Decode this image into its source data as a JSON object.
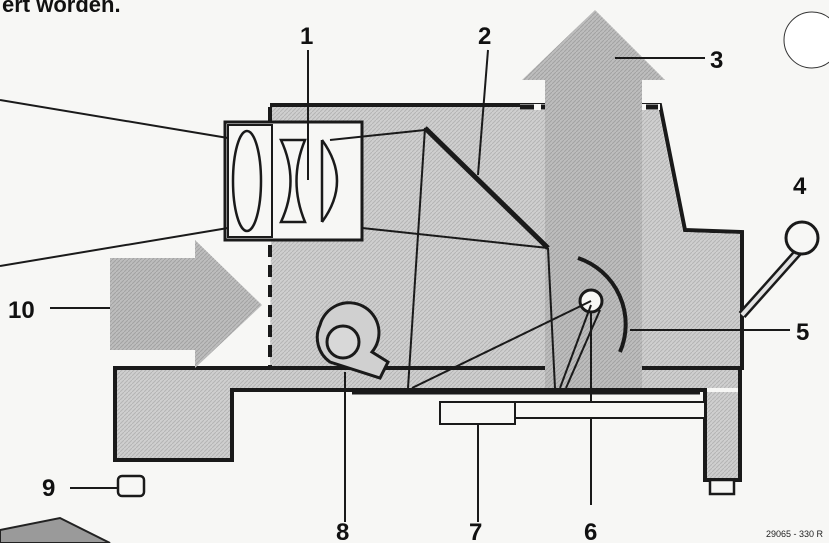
{
  "heading_fragment": "ert worden.",
  "figure_code": "29065 - 330 R",
  "callouts": [
    {
      "id": "1",
      "text": "1"
    },
    {
      "id": "2",
      "text": "2"
    },
    {
      "id": "3",
      "text": "3"
    },
    {
      "id": "4",
      "text": "4"
    },
    {
      "id": "5",
      "text": "5"
    },
    {
      "id": "6",
      "text": "6"
    },
    {
      "id": "7",
      "text": "7"
    },
    {
      "id": "8",
      "text": "8"
    },
    {
      "id": "9",
      "text": "9"
    },
    {
      "id": "10",
      "text": "10"
    }
  ],
  "colors": {
    "line": "#1a1a1a",
    "shade": "#c4c4c4",
    "arrow": "#b2b2b2",
    "paper": "#f7f7f5"
  }
}
